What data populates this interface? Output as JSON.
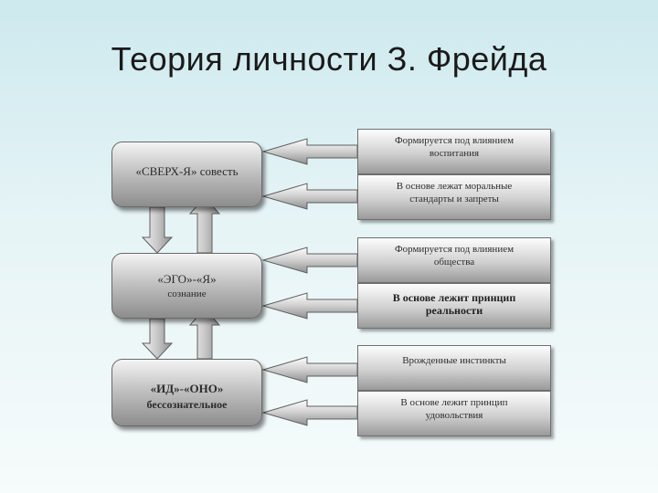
{
  "title": "Теория личности З. Фрейда",
  "blocks": {
    "superego": {
      "line1": "«СВЕРХ-Я» совесть"
    },
    "ego": {
      "line1": "«ЭГО»-«Я»",
      "line2": "сознание"
    },
    "id": {
      "line1": "«ИД»-«ОНО»",
      "line2": "бессознательное"
    }
  },
  "notes": [
    {
      "line1": "Формируется под влиянием",
      "line2": "воспитания"
    },
    {
      "line1": "В основе лежат моральные",
      "line2": "стандарты и запреты"
    },
    {
      "line1": "Формируется под влиянием",
      "line2": "общества"
    },
    {
      "line1": "В основе лежит принцип",
      "line2": "реальности"
    },
    {
      "line1": "Врожденные инстинкты",
      "line2": ""
    },
    {
      "line1": "В основе лежит принцип",
      "line2": "удовольствия"
    }
  ],
  "colors": {
    "background": "#d6eef1",
    "block_dark": "#8d8d8d",
    "block_light": "#f4f4f4",
    "arrow": "#c4c4c4"
  }
}
